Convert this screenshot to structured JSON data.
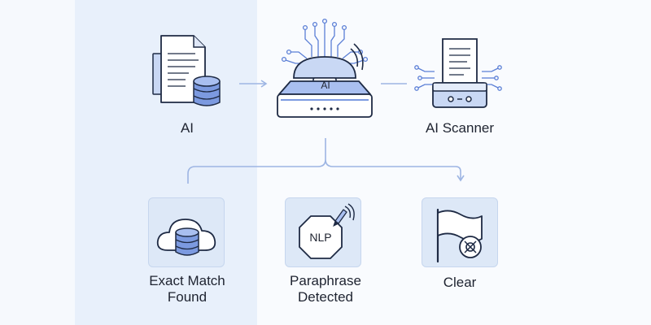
{
  "nodes": {
    "source": {
      "label": "AI"
    },
    "scanner": {
      "badge": "AI"
    },
    "ai_scanner": {
      "label": "AI Scanner"
    }
  },
  "outcomes": {
    "exact_match": {
      "line1": "Exact Match",
      "line2": "Found"
    },
    "paraphrase": {
      "line1": "Paraphrase",
      "line2": "Detected",
      "badge": "NLP"
    },
    "clear": {
      "label": "Clear"
    }
  },
  "colors": {
    "stroke": "#1e2a44",
    "accent": "#5b7fd6",
    "accent_light": "#c9d8f4",
    "connector": "#9db5e3"
  }
}
